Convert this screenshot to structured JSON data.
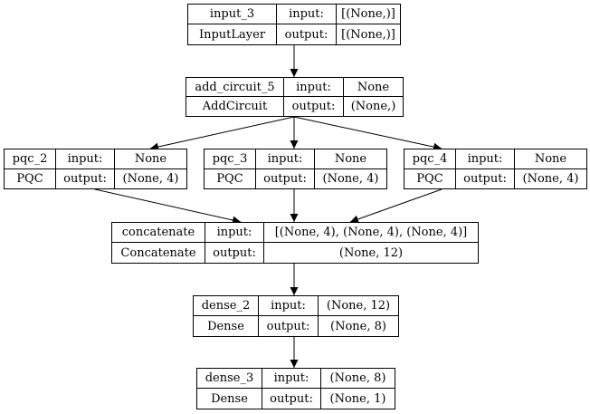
{
  "nodes": {
    "input_3": {
      "name": "input_3",
      "type": "InputLayer",
      "input_label": "input:",
      "input": "[(None,)]",
      "output_label": "output:",
      "output": "[(None,)]"
    },
    "add_circuit_5": {
      "name": "add_circuit_5",
      "type": "AddCircuit",
      "input_label": "input:",
      "input": "None",
      "output_label": "output:",
      "output": "(None,)"
    },
    "pqc_2": {
      "name": "pqc_2",
      "type": "PQC",
      "input_label": "input:",
      "input": "None",
      "output_label": "output:",
      "output": "(None, 4)"
    },
    "pqc_3": {
      "name": "pqc_3",
      "type": "PQC",
      "input_label": "input:",
      "input": "None",
      "output_label": "output:",
      "output": "(None, 4)"
    },
    "pqc_4": {
      "name": "pqc_4",
      "type": "PQC",
      "input_label": "input:",
      "input": "None",
      "output_label": "output:",
      "output": "(None, 4)"
    },
    "concatenate": {
      "name": "concatenate",
      "type": "Concatenate",
      "input_label": "input:",
      "input": "[(None, 4), (None, 4), (None, 4)]",
      "output_label": "output:",
      "output": "(None, 12)"
    },
    "dense_2": {
      "name": "dense_2",
      "type": "Dense",
      "input_label": "input:",
      "input": "(None, 12)",
      "output_label": "output:",
      "output": "(None, 8)"
    },
    "dense_3": {
      "name": "dense_3",
      "type": "Dense",
      "input_label": "input:",
      "input": "(None, 8)",
      "output_label": "output:",
      "output": "(None, 1)"
    }
  },
  "edges": [
    {
      "from": "input_3",
      "to": "add_circuit_5"
    },
    {
      "from": "add_circuit_5",
      "to": "pqc_2"
    },
    {
      "from": "add_circuit_5",
      "to": "pqc_3"
    },
    {
      "from": "add_circuit_5",
      "to": "pqc_4"
    },
    {
      "from": "pqc_2",
      "to": "concatenate"
    },
    {
      "from": "pqc_3",
      "to": "concatenate"
    },
    {
      "from": "pqc_4",
      "to": "concatenate"
    },
    {
      "from": "concatenate",
      "to": "dense_2"
    },
    {
      "from": "dense_2",
      "to": "dense_3"
    }
  ]
}
